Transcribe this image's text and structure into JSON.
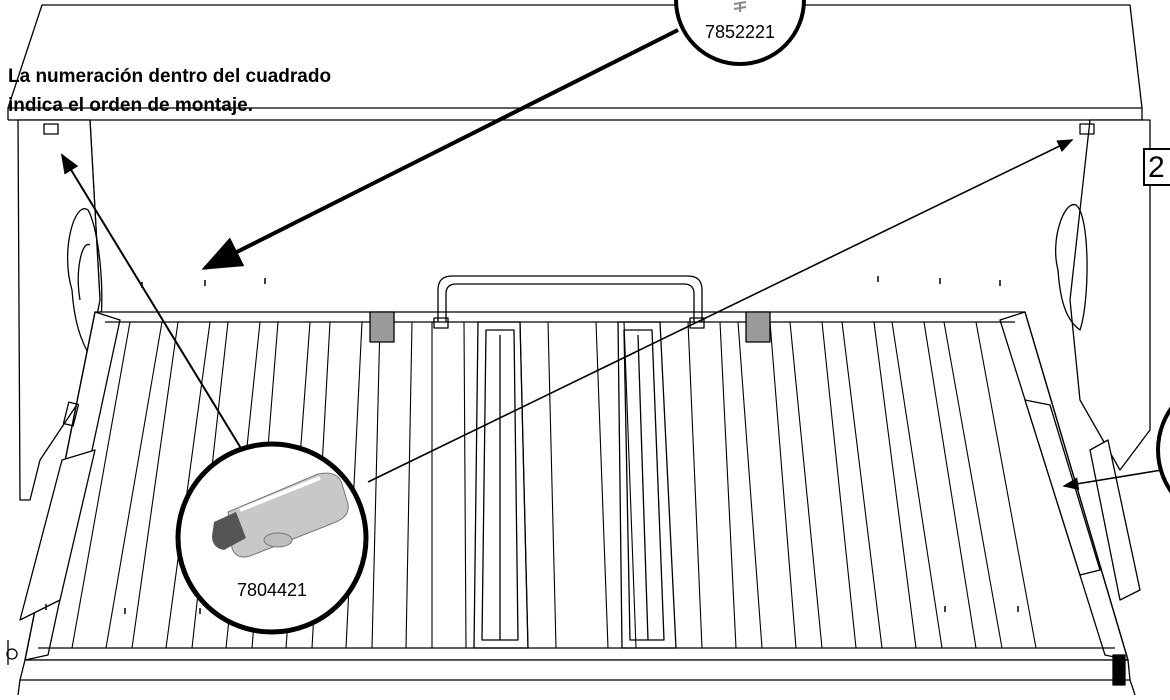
{
  "instruction": {
    "line1": "La numeración dentro del cuadrado",
    "line2": "indica el orden de montaje."
  },
  "step_number": "2",
  "callouts": [
    {
      "part_number": "7852221",
      "depicts": "screw-icon"
    },
    {
      "part_number": "7804421",
      "depicts": "soft-close-damper-icon"
    },
    {
      "part_number": "",
      "depicts": "partial-callout-circle"
    }
  ],
  "colors": {
    "line": "#000000",
    "background": "#ffffff",
    "damper_body": "#c8c8c8",
    "damper_tip": "#555555",
    "hinge": "#9a9a9a"
  }
}
